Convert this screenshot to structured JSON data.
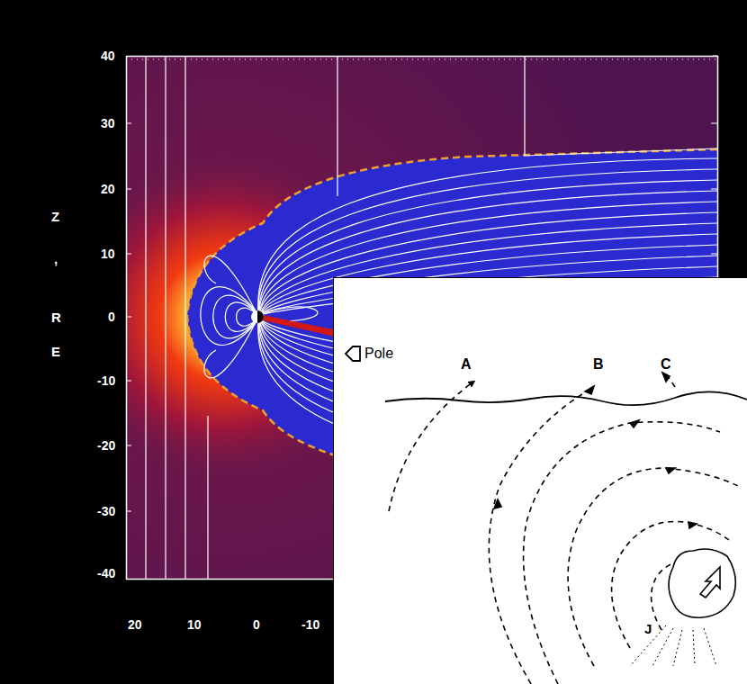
{
  "diagram": {
    "labels": [
      "Z",
      ",",
      "R",
      "E",
      "40",
      "30",
      "20",
      "10",
      "0",
      "-10",
      "-20",
      "-30",
      "-40",
      "20",
      "10",
      "0",
      "-10",
      "Pole",
      "A",
      "B",
      "C",
      "J"
    ]
  }
}
